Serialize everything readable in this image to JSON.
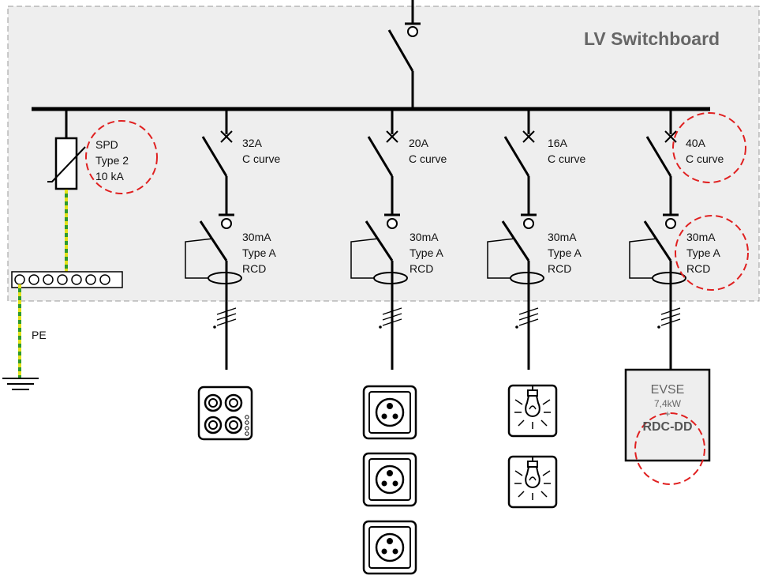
{
  "switchboard": {
    "title": "LV Switchboard"
  },
  "spd": {
    "line1": "SPD",
    "line2": "Type 2",
    "line3": "10 kA"
  },
  "pe": {
    "label": "PE"
  },
  "feeders": [
    {
      "breaker": {
        "rating": "32A",
        "curve": "C curve"
      },
      "rcd": {
        "sensitivity": "30mA",
        "type": "Type A",
        "device": "RCD"
      },
      "load": "cooktop"
    },
    {
      "breaker": {
        "rating": "20A",
        "curve": "C curve"
      },
      "rcd": {
        "sensitivity": "30mA",
        "type": "Type A",
        "device": "RCD"
      },
      "load": "socket-outlets"
    },
    {
      "breaker": {
        "rating": "16A",
        "curve": "C curve"
      },
      "rcd": {
        "sensitivity": "30mA",
        "type": "Type A",
        "device": "RCD"
      },
      "load": "lighting"
    },
    {
      "breaker": {
        "rating": "40A",
        "curve": "C curve"
      },
      "rcd": {
        "sensitivity": "30mA",
        "type": "Type A",
        "device": "RCD"
      },
      "load": "evse"
    }
  ],
  "evse": {
    "name": "EVSE",
    "power": "7,4kW",
    "plus": "+",
    "rdc": "RDC-DD"
  },
  "colors": {
    "panel_fill": "#eeeeee",
    "panel_border": "#aaaaaa",
    "highlight": "#e02020",
    "earth_green": "#2e9a2e",
    "earth_yellow": "#e4e21a",
    "line": "#000000"
  }
}
